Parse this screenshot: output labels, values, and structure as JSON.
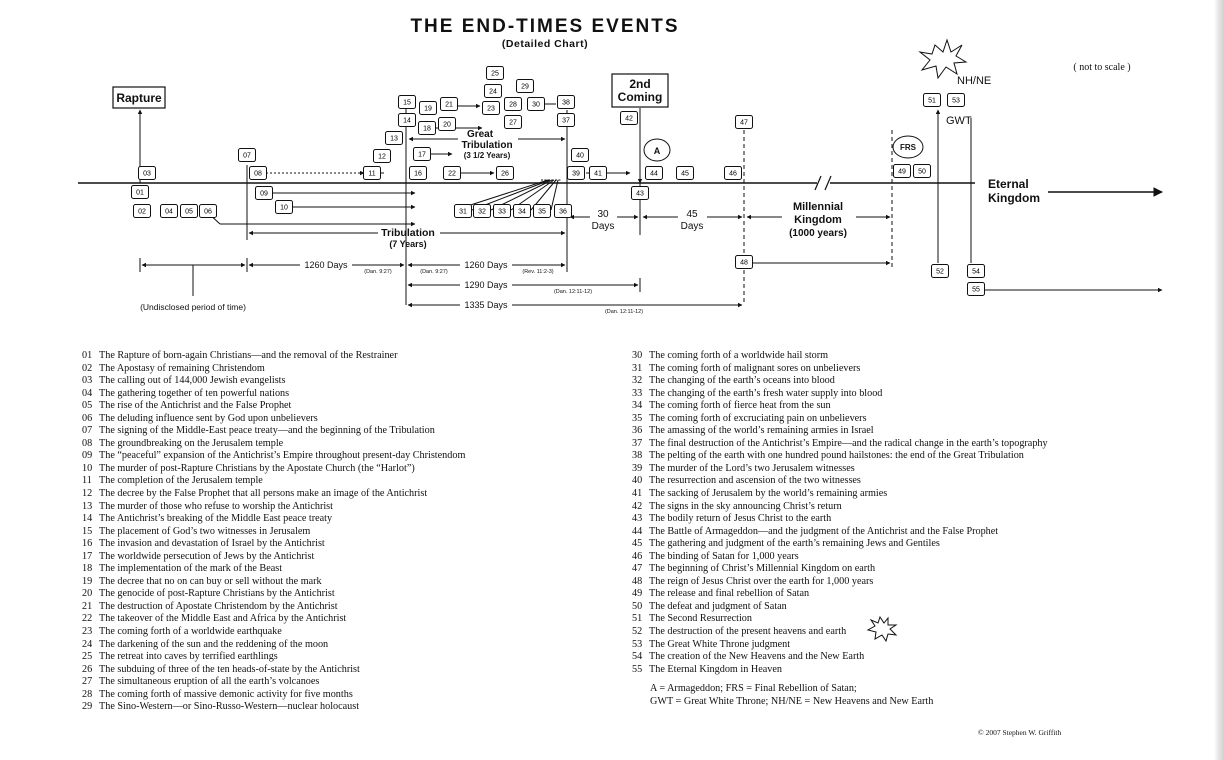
{
  "title": "THE END-TIMES EVENTS",
  "subtitle": "(Detailed Chart)",
  "scale_note": "( not to scale )",
  "labels": {
    "rapture": "Rapture",
    "second_coming_1": "2nd",
    "second_coming_2": "Coming",
    "great_trib_1": "Great",
    "great_trib_2": "Tribulation",
    "great_trib_3": "(3 1/2 Years)",
    "tribulation": "Tribulation",
    "tribulation_years": "(7 Years)",
    "days30_a": "30",
    "days30_b": "Days",
    "days45_a": "45",
    "days45_b": "Days",
    "millennial_1": "Millennial",
    "millennial_2": "Kingdom",
    "millennial_3": "(1000 years)",
    "eternal_1": "Eternal",
    "eternal_2": "Kingdom",
    "nhne": "NH/NE",
    "gwt": "GWT",
    "a_circle": "A",
    "frs_circle": "FRS",
    "undisclosed": "(Undisclosed period of time)",
    "d1260a": "1260 Days",
    "d1260b": "1260 Days",
    "d1290": "1290 Days",
    "d1335": "1335 Days",
    "ref_dan927a": "(Dan. 9:27)",
    "ref_dan927b": "(Dan. 9:27)",
    "ref_rev": "(Rev. 11:2-3)",
    "ref_dan1211a": "(Dan. 12:11-12)",
    "ref_dan1211b": "(Dan. 12:11-12)"
  },
  "event_boxes": [
    "01",
    "02",
    "03",
    "04",
    "05",
    "06",
    "07",
    "08",
    "09",
    "10",
    "11",
    "12",
    "13",
    "14",
    "15",
    "16",
    "17",
    "18",
    "19",
    "20",
    "21",
    "22",
    "23",
    "24",
    "25",
    "26",
    "27",
    "28",
    "29",
    "30",
    "31",
    "32",
    "33",
    "34",
    "35",
    "36",
    "37",
    "38",
    "39",
    "40",
    "41",
    "42",
    "43",
    "44",
    "45",
    "46",
    "47",
    "48",
    "49",
    "50",
    "51",
    "52",
    "53",
    "54",
    "55"
  ],
  "legend_left": [
    {
      "num": "01",
      "text": "The Rapture of born-again Christians—and the removal of the Restrainer"
    },
    {
      "num": "02",
      "text": "The Apostasy of remaining Christendom"
    },
    {
      "num": "03",
      "text": "The calling out of 144,000 Jewish evangelists"
    },
    {
      "num": "04",
      "text": "The gathering together of ten powerful nations"
    },
    {
      "num": "05",
      "text": "The rise of the Antichrist and the False Prophet"
    },
    {
      "num": "06",
      "text": "The deluding influence sent by God upon unbelievers"
    },
    {
      "num": "07",
      "text": "The signing of the Middle-East peace treaty—and the beginning of the Tribulation"
    },
    {
      "num": "08",
      "text": "The groundbreaking on the Jerusalem temple"
    },
    {
      "num": "09",
      "text": "The “peaceful” expansion of the Antichrist’s Empire throughout present-day Christendom"
    },
    {
      "num": "10",
      "text": "The murder of post-Rapture Christians by the Apostate Church (the “Harlot”)"
    },
    {
      "num": "11",
      "text": "The completion of the Jerusalem temple"
    },
    {
      "num": "12",
      "text": "The decree by the False Prophet that all persons make an image of the Antichrist"
    },
    {
      "num": "13",
      "text": "The murder of those who refuse to worship the Antichrist"
    },
    {
      "num": "14",
      "text": "The Antichrist’s breaking of the Middle East peace treaty"
    },
    {
      "num": "15",
      "text": "The placement of God’s two witnesses in Jerusalem"
    },
    {
      "num": "16",
      "text": "The invasion and devastation of Israel by the Antichrist"
    },
    {
      "num": "17",
      "text": "The worldwide persecution of Jews by the Antichrist"
    },
    {
      "num": "18",
      "text": "The implementation of the mark of the Beast"
    },
    {
      "num": "19",
      "text": "The decree that no on can buy or sell without the mark"
    },
    {
      "num": "20",
      "text": "The genocide of post-Rapture Christians by the Antichrist"
    },
    {
      "num": "21",
      "text": "The destruction of Apostate Christendom by the Antichrist"
    },
    {
      "num": "22",
      "text": "The takeover of the Middle East and Africa by the Antichrist"
    },
    {
      "num": "23",
      "text": "The coming forth of a worldwide earthquake"
    },
    {
      "num": "24",
      "text": "The darkening of the sun and the reddening of the moon"
    },
    {
      "num": "25",
      "text": "The retreat into caves by terrified earthlings"
    },
    {
      "num": "26",
      "text": "The subduing of three of the ten heads-of-state by the Antichrist"
    },
    {
      "num": "27",
      "text": "The simultaneous eruption of all the earth’s volcanoes"
    },
    {
      "num": "28",
      "text": "The coming forth of massive demonic activity for five months"
    },
    {
      "num": "29",
      "text": "The Sino-Western—or Sino-Russo-Western—nuclear holocaust"
    }
  ],
  "legend_right": [
    {
      "num": "30",
      "text": "The coming forth of a worldwide hail storm"
    },
    {
      "num": "31",
      "text": "The coming forth of malignant sores on unbelievers"
    },
    {
      "num": "32",
      "text": "The changing of the earth’s oceans into blood"
    },
    {
      "num": "33",
      "text": "The changing of the earth’s fresh water supply into blood"
    },
    {
      "num": "34",
      "text": "The coming forth of fierce heat from the sun"
    },
    {
      "num": "35",
      "text": "The coming forth of excruciating pain on unbelievers"
    },
    {
      "num": "36",
      "text": "The amassing of the world’s remaining armies in Israel"
    },
    {
      "num": "37",
      "text": "The final destruction of the Antichrist’s Empire—and the radical change in the earth’s topography"
    },
    {
      "num": "38",
      "text": "The pelting of the earth with one hundred pound hailstones: the end of the Great Tribulation"
    },
    {
      "num": "39",
      "text": "The murder of the Lord’s two Jerusalem witnesses"
    },
    {
      "num": "40",
      "text": "The resurrection and ascension of the two witnesses"
    },
    {
      "num": "41",
      "text": "The sacking of Jerusalem by the world’s remaining armies"
    },
    {
      "num": "42",
      "text": "The signs in the sky announcing Christ’s return"
    },
    {
      "num": "43",
      "text": "The bodily return of Jesus Christ to the earth"
    },
    {
      "num": "44",
      "text": "The Battle of Armageddon—and the judgment of the Antichrist and the False Prophet"
    },
    {
      "num": "45",
      "text": "The gathering and judgment of the earth’s remaining Jews and Gentiles"
    },
    {
      "num": "46",
      "text": "The binding of Satan for 1,000 years"
    },
    {
      "num": "47",
      "text": "The beginning of Christ’s Millennial Kingdom on earth"
    },
    {
      "num": "48",
      "text": "The reign of Jesus Christ over the earth for 1,000 years"
    },
    {
      "num": "49",
      "text": "The release and final rebellion of Satan"
    },
    {
      "num": "50",
      "text": "The defeat and judgment of Satan"
    },
    {
      "num": "51",
      "text": "The Second Resurrection"
    },
    {
      "num": "52",
      "text": "The destruction of the present heavens and earth"
    },
    {
      "num": "53",
      "text": "The Great White Throne judgment"
    },
    {
      "num": "54",
      "text": "The creation of the New Heavens and the New Earth"
    },
    {
      "num": "55",
      "text": "The Eternal Kingdom in Heaven"
    }
  ],
  "abbrev_line1": "A = Armageddon;  FRS = Final Rebellion of Satan;",
  "abbrev_line2": "GWT = Great White Throne;  NH/NE = New Heavens and New Earth",
  "copyright": "© 2007 Stephen W. Griffith"
}
